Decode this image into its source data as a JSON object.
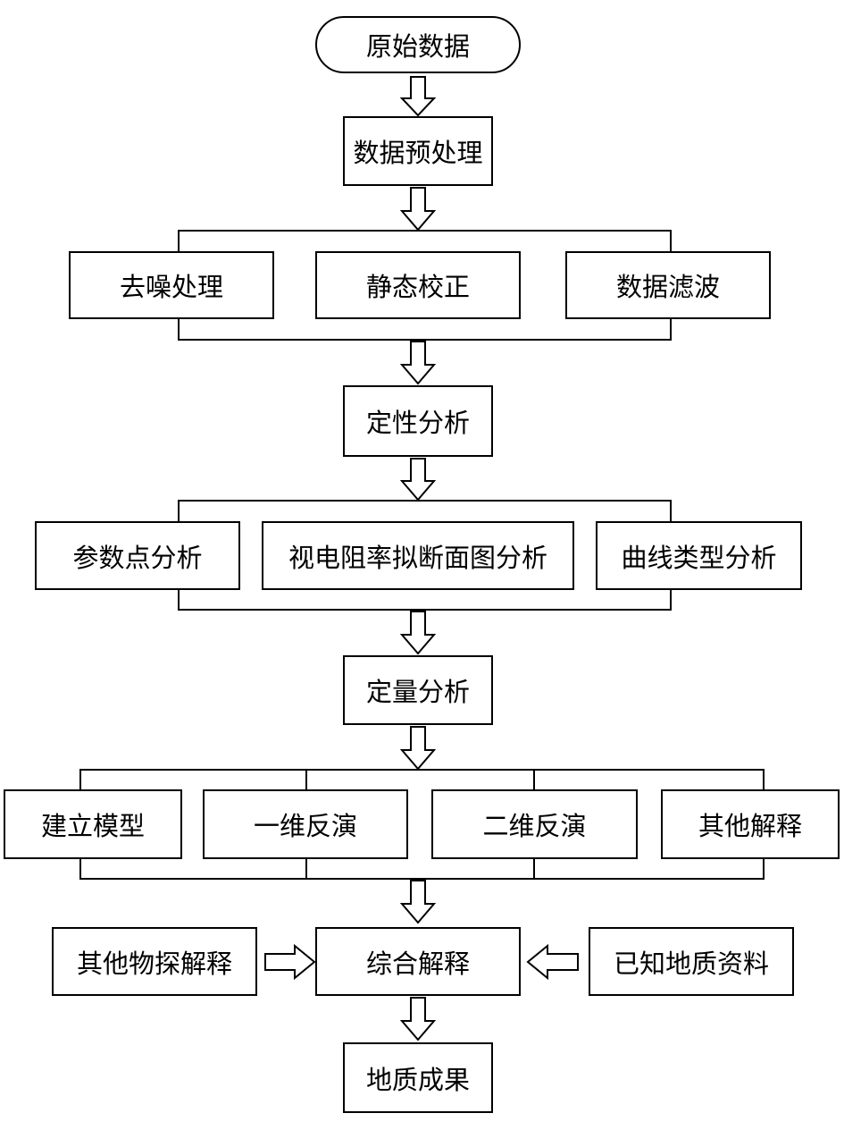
{
  "nodes": {
    "raw_data": "原始数据",
    "preprocess": "数据预处理",
    "denoise": "去噪处理",
    "static_correction": "静态校正",
    "filtering": "数据滤波",
    "qualitative": "定性分析",
    "param_point": "参数点分析",
    "resistivity_section": "视电阻率拟断面图分析",
    "curve_type": "曲线类型分析",
    "quantitative": "定量分析",
    "build_model": "建立模型",
    "inversion_1d": "一维反演",
    "inversion_2d": "二维反演",
    "other_interp": "其他解释",
    "other_geophys": "其他物探解释",
    "integrated": "综合解释",
    "known_geology": "已知地质资料",
    "result": "地质成果"
  },
  "colors": {
    "stroke": "#000000",
    "fill": "#ffffff"
  }
}
